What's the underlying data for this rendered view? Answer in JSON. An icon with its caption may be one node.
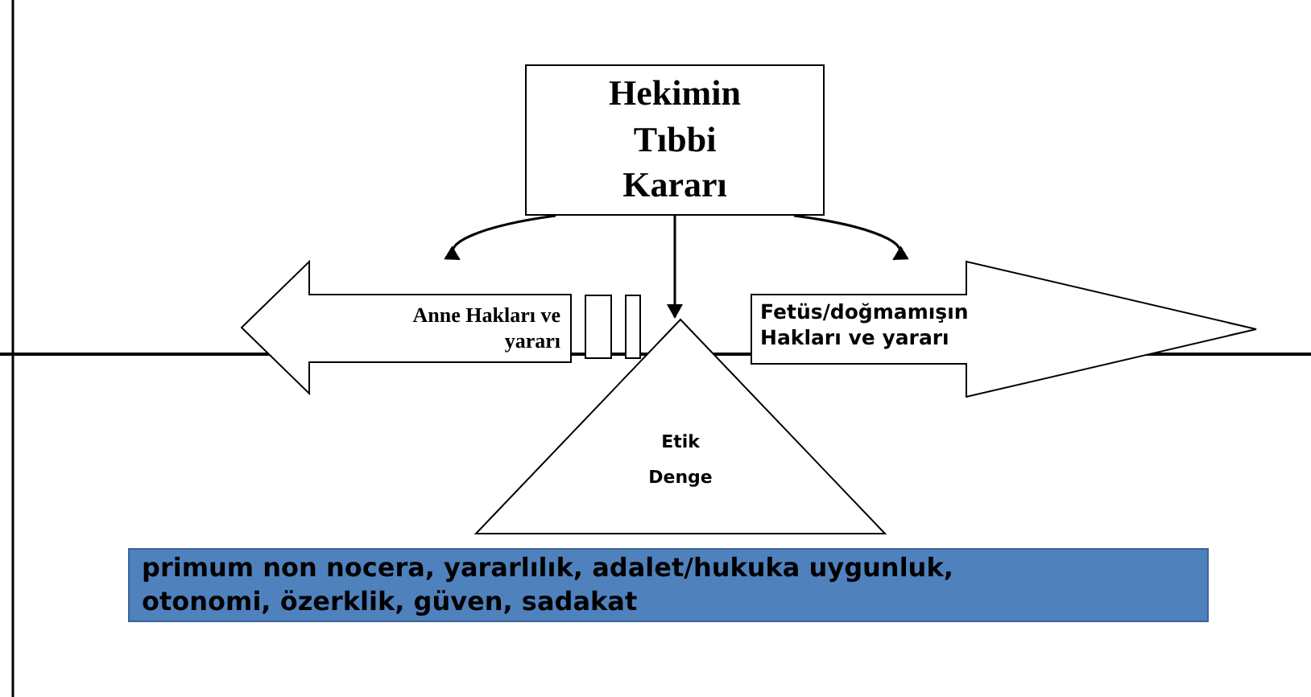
{
  "diagram": {
    "nodes": [
      {
        "text": [
          "Hekimin Tıbbi Kararı"
        ]
      },
      {
        "text": [
          "Anne Hakları ve yararı"
        ]
      },
      {
        "text": [
          "Fetüs/doğmamışın Hakları ve yararı"
        ]
      },
      {
        "text": [],
        "shape": "box"
      },
      {
        "text": [],
        "shape": "box"
      },
      {
        "text": [
          "Etik Denge"
        ]
      },
      {
        "text": [
          "primum non nocera, yararlılık, adalet/hukuka uygunluk, otonomi, özerklik, güven, sadakat"
        ]
      }
    ],
    "edges": [
      {
        "from": 0,
        "to": 1,
        "arrow": "to"
      },
      {
        "from": 0,
        "to": 2,
        "arrow": "to"
      },
      {
        "from": 0,
        "to": 5,
        "arrow": "to"
      }
    ]
  }
}
